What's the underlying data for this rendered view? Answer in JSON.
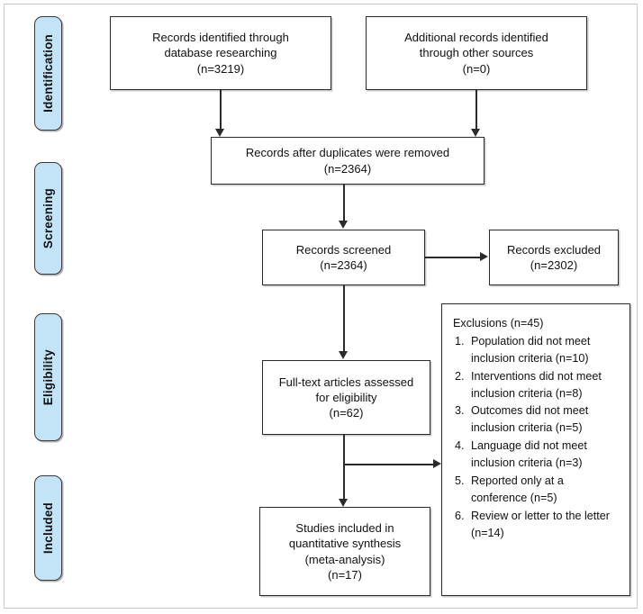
{
  "diagram": {
    "title": "PRISMA flow diagram",
    "type": "flowchart",
    "accent_color": "#c3e4f7",
    "line_color": "#2b2b2b",
    "box_fill": "#ffffff"
  },
  "stages": [
    {
      "id": "identification",
      "label": "Identification"
    },
    {
      "id": "screening",
      "label": "Screening"
    },
    {
      "id": "eligibility",
      "label": "Eligibility"
    },
    {
      "id": "included",
      "label": "Included"
    }
  ],
  "boxes": {
    "records_identified": {
      "line1": "Records identified through",
      "line2": "database researching",
      "count": "(n=3219)",
      "text": "Records identified through\ndatabase researching\n(n=3219)"
    },
    "additional_records": {
      "line1": "Additional records identified",
      "line2": "through other sources",
      "count": "(n=0)",
      "text": "Additional records identified\nthrough other sources\n(n=0)"
    },
    "duplicates_removed": {
      "line1": "Records after duplicates were removed",
      "count": "(n=2364)",
      "text": "Records after duplicates were removed\n(n=2364)"
    },
    "records_screened": {
      "line1": "Records screened",
      "count": "(n=2364)",
      "text": "Records screened\n(n=2364)"
    },
    "records_excluded": {
      "line1": "Records excluded",
      "count": "(n=2302)",
      "text": "Records excluded\n(n=2302)"
    },
    "full_text_assessed": {
      "line1": "Full-text articles assessed",
      "line2": "for eligibility",
      "count": "(n=62)",
      "text": "Full-text articles assessed\nfor eligibility\n(n=62)"
    },
    "studies_included": {
      "line1": "Studies included in",
      "line2": "quantitative synthesis",
      "line3": "(meta-analysis)",
      "count": "(n=17)",
      "text": "Studies included in\nquantitative synthesis\n(meta-analysis)\n(n=17)"
    },
    "exclusions": {
      "title": "Exclusions (n=45)",
      "items": [
        {
          "num": "1.",
          "text": "Population did not meet inclusion criteria (n=10)"
        },
        {
          "num": "2.",
          "text": "Interventions did not meet inclusion criteria (n=8)"
        },
        {
          "num": "3.",
          "text": "Outcomes did not meet inclusion criteria (n=5)"
        },
        {
          "num": "4.",
          "text": "Language did not meet inclusion criteria (n=3)"
        },
        {
          "num": "5.",
          "text": "Reported only at a conference (n=5)"
        },
        {
          "num": "6.",
          "text": "Review or letter to the letter (n=14)"
        }
      ]
    }
  }
}
